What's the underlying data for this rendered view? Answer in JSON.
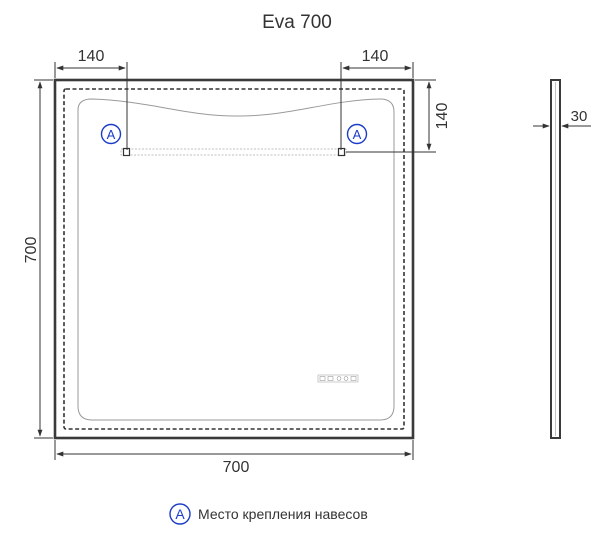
{
  "title": "Eva 700",
  "dimensions": {
    "top_left_offset": "140",
    "top_right_offset": "140",
    "right_vertical_offset": "140",
    "height": "700",
    "width": "700",
    "depth": "30"
  },
  "marker": {
    "symbol": "A",
    "color": "#1a3cc8"
  },
  "legend": {
    "symbol": "A",
    "text": "Место крепления навесов"
  }
}
